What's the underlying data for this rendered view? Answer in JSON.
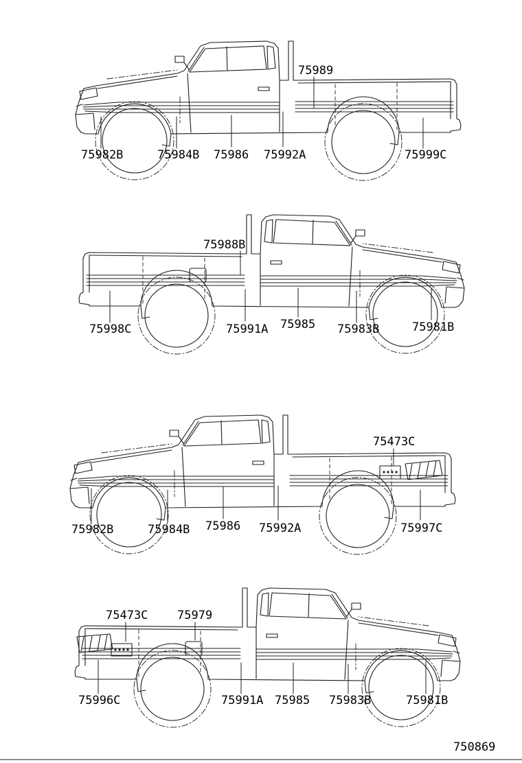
{
  "page": {
    "code": "750869"
  },
  "trucks": [
    {
      "view": "right-side, front facing left, pickup with side stripes",
      "labels": [
        "75989",
        "75982B",
        "75984B",
        "75986",
        "75992A",
        "75999C"
      ]
    },
    {
      "view": "left-side, front facing right, pickup with side stripes",
      "labels": [
        "75988B",
        "75998C",
        "75991A",
        "75985",
        "75983B",
        "75981B"
      ]
    },
    {
      "view": "right-side, front facing left, pickup with side stripes and rear decal",
      "labels": [
        "75473C",
        "75982B",
        "75984B",
        "75986",
        "75992A",
        "75997C"
      ]
    },
    {
      "view": "left-side, front facing right, pickup with side stripes and rear decal",
      "labels": [
        "75473C",
        "75979",
        "75996C",
        "75991A",
        "75985",
        "75983B",
        "75981B"
      ]
    }
  ]
}
